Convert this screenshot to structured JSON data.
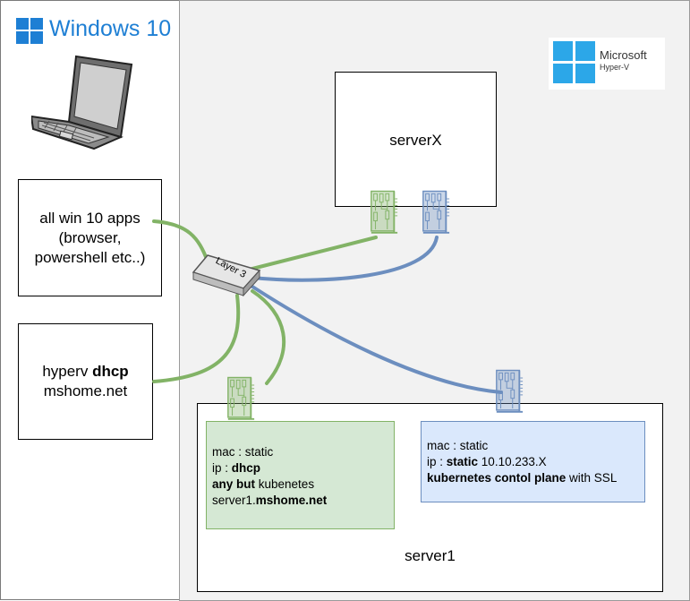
{
  "windows_brand": {
    "text": "Windows 10",
    "color": "#1e7fd4"
  },
  "hyperv_brand": {
    "line1": "Microsoft",
    "line2": "Hyper-V",
    "color": "#2ca7e8"
  },
  "win10_apps_box": {
    "line1": "all win 10 apps",
    "line2": "(browser,",
    "line3": "powershell etc..)"
  },
  "dhcp_box": {
    "prefix": "hyperv ",
    "bold": "dhcp",
    "line2": "mshome.net"
  },
  "switch_label": "Layer 3",
  "serverX_box": {
    "label": "serverX"
  },
  "server1_box": {
    "label": "server1"
  },
  "nic_green_info": {
    "l1": "mac : static",
    "l2_pre": "ip : ",
    "l2_bold": "dhcp",
    "l3_bold": "any but",
    "l3_rest": " kubenetes",
    "l4_pre": "server1.",
    "l4_bold": "mshome.net"
  },
  "nic_blue_info": {
    "l1": "mac : static",
    "l2_pre": "ip : ",
    "l2_bold": "static",
    "l2_rest": " 10.10.233.X",
    "l3_bold": "kubernetes contol plane",
    "l3_rest": " with SSL"
  },
  "colors": {
    "green_line": "#82b366",
    "blue_line": "#6c8ebf",
    "green_fill": "#d5e8d4",
    "blue_fill": "#dae8fc"
  }
}
